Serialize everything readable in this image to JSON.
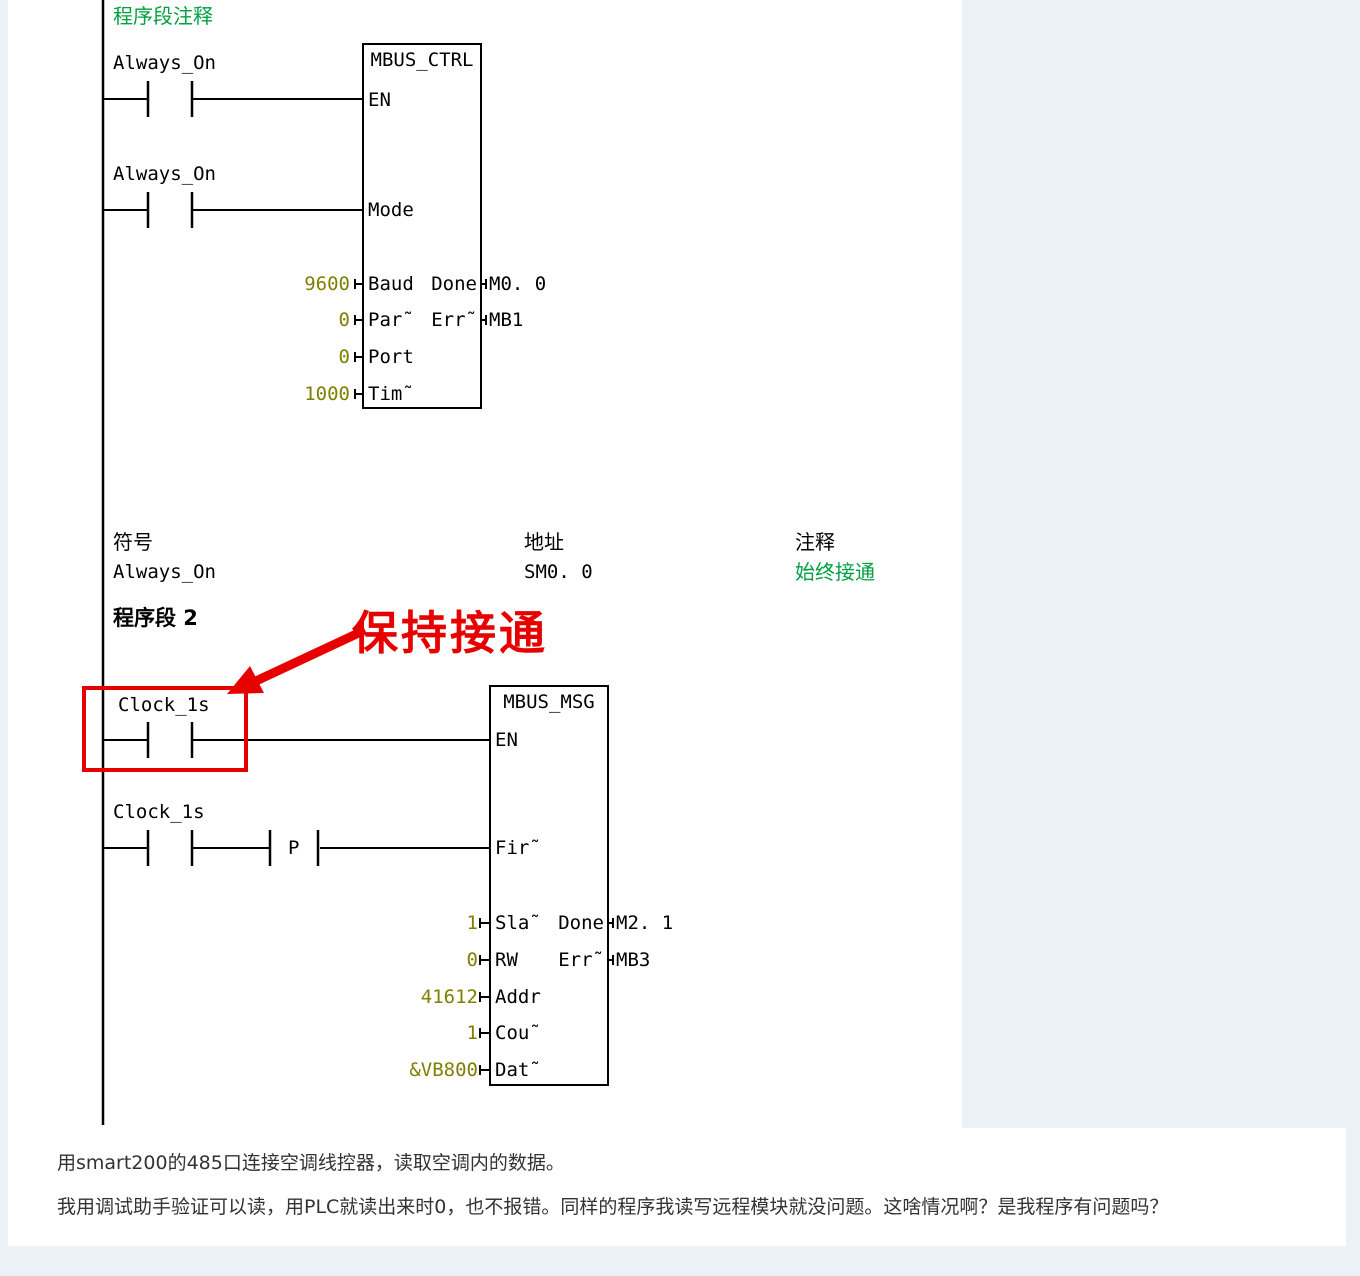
{
  "colors": {
    "comment_green": "#00a040",
    "constant_olive": "#7f7f00",
    "annotation_red": "#e60000"
  },
  "network1": {
    "comment": "程序段注释",
    "rung1_contact": "Always_On",
    "rung2_contact": "Always_On",
    "block": {
      "title": "MBUS_CTRL",
      "pin_en": "EN",
      "pin_mode": "Mode",
      "pin_baud": "Baud",
      "pin_par": "Par˜",
      "pin_port": "Port",
      "pin_tim": "Tim˜",
      "pin_done": "Done",
      "pin_err": "Err˜",
      "val_baud": "9600",
      "val_par": "0",
      "val_port": "0",
      "val_tim": "1000",
      "out_done": "M0. 0",
      "out_err": "MB1"
    }
  },
  "symbol_table": {
    "col_symbol": "符号",
    "col_address": "地址",
    "col_comment": "注释",
    "row_symbol": "Always_On",
    "row_address": "SM0. 0",
    "row_comment": "始终接通"
  },
  "network2": {
    "header": "程序段 2",
    "annotation": "保持接通",
    "rung1_contact": "Clock_1s",
    "rung2_contact": "Clock_1s",
    "edge_contact": "P",
    "block": {
      "title": "MBUS_MSG",
      "pin_en": "EN",
      "pin_fir": "Fir˜",
      "pin_sla": "Sla˜",
      "pin_rw": "RW",
      "pin_addr": "Addr",
      "pin_cou": "Cou˜",
      "pin_dat": "Dat˜",
      "pin_done": "Done",
      "pin_err": "Err˜",
      "val_sla": "1",
      "val_rw": "0",
      "val_addr": "41612",
      "val_cou": "1",
      "val_dat": "&VB800",
      "out_done": "M2. 1",
      "out_err": "MB3"
    }
  },
  "footer": {
    "line1": "用smart200的485口连接空调线控器，读取空调内的数据。",
    "line2": "我用调试助手验证可以读，用PLC就读出来时0，也不报错。同样的程序我读写远程模块就没问题。这啥情况啊？是我程序有问题吗？"
  }
}
